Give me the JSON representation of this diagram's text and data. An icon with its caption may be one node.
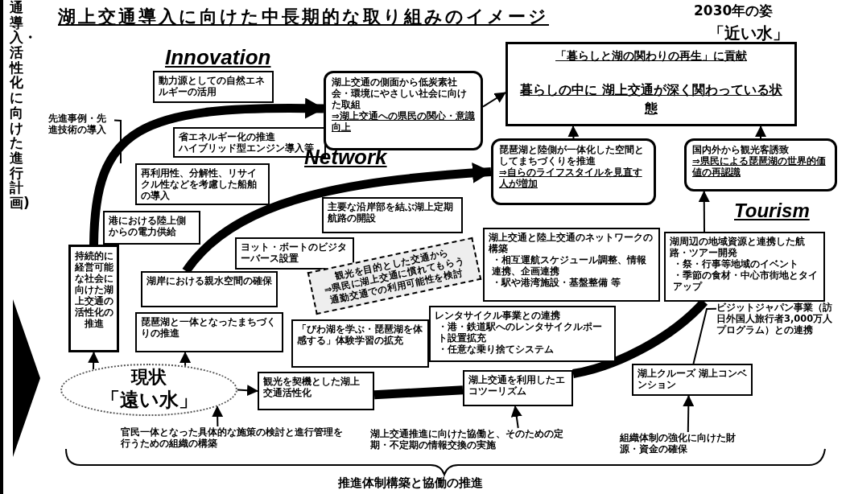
{
  "diagram": {
    "title": "湖上交通導入に向けた中長期的な取り組みのイメージ",
    "nodes": [
      {
        "text": [
          "先進事例・先進技術の導入"
        ]
      },
      {
        "text": [
          "動力源としての自然エネルギーの活用"
        ]
      },
      {
        "text": [
          "省エネルギー化の推進",
          "ハイブリッド型エンジン導入等"
        ]
      },
      {
        "text": [
          "再利用性、分解性、リサイクル性などを考慮した船舶の導入"
        ]
      },
      {
        "text": [
          "港における陸上側からの電力供給"
        ]
      },
      {
        "text": [
          "持続的に経営可能な社会に向けた湖上交通の活性化の推進"
        ]
      },
      {
        "text": [
          "ヨット・ボートのビジターバース設置"
        ]
      },
      {
        "text": [
          "湖岸における親水空間の確保"
        ]
      },
      {
        "text": [
          "琵琶湖と一体となったまちづくりの推進"
        ]
      },
      {
        "text": [
          "現状",
          "「遠い水」"
        ]
      },
      {
        "text": [
          "湖上交通の側面から低炭素社会・環境にやさしい社会に向けた取組",
          "⇒湖上交通への県民の関心・意識向上"
        ]
      },
      {
        "text": [
          "「暮らしと湖の関わりの再生」に貢献",
          "暮らしの中に 湖上交通が深く関わっている状態"
        ]
      },
      {
        "text": [
          "琵琶湖と陸側が一体化した空間としてまちづくりを推進",
          "⇒自らのライフスタイルを見直す人が増加"
        ]
      },
      {
        "text": [
          "国内外から観光客誘致",
          "⇒県民による琵琶湖の世界的価値の再認識"
        ]
      },
      {
        "text": [
          "主要な沿岸部を結ぶ湖上定期航路の開設"
        ]
      },
      {
        "text": [
          "観光を目的とした交通から",
          "⇒県民に湖上交通に慣れてもらう",
          "通勤交通での利用可能性を検討"
        ]
      },
      {
        "text": [
          "湖上交通と陸上交通のネットワークの構築",
          "・相互運航スケジュール調整、情報連携、企画連携",
          "・駅や港湾施設・基盤整備 等"
        ]
      },
      {
        "text": [
          "湖周辺の地域資源と連携した航路・ツアー開発",
          "・祭・行事等地域のイベント",
          "・季節の食材・中心市街地とタイアップ"
        ]
      },
      {
        "text": [
          "レンタサイクル事業との連携",
          "・港・鉄道駅へのレンタサイクルポート設置拡充",
          "・任意な乗り捨てシステム"
        ]
      },
      {
        "text": [
          "「びわ湖を学ぶ・琵琶湖を体感する」体験学習の拡充"
        ]
      },
      {
        "text": [
          "観光を契機とした湖上交通活性化"
        ]
      },
      {
        "text": [
          "湖上交通を利用したエコツーリズム"
        ]
      },
      {
        "text": [
          "湖上クルーズ 湖上コンベンション"
        ]
      },
      {
        "text": [
          "ビジットジャパン事業（訪日外国人旅行者3,000万人プログラム）との連携"
        ]
      },
      {
        "text": [
          "官民一体となった具体的な施策の検討と進行管理を行うための組織の構築"
        ]
      },
      {
        "text": [
          "湖上交通推進に向けた協働と、そのための定期・不定期の情報交換の実施"
        ]
      },
      {
        "text": [
          "組織体制の強化に向けた財源・資金の確保"
        ]
      }
    ],
    "edges": [
      {
        "from": 5,
        "to": 10,
        "arrow": "to",
        "style": "thick"
      },
      {
        "from": 7,
        "to": 12,
        "arrow": "to",
        "style": "thick"
      },
      {
        "from": 20,
        "to": 21,
        "arrow": "none",
        "style": "thick"
      },
      {
        "from": 21,
        "to": 17,
        "arrow": "none",
        "style": "thick"
      },
      {
        "from": 17,
        "to": 13,
        "arrow": "to"
      },
      {
        "from": 9,
        "to": 5,
        "arrow": "to"
      },
      {
        "from": 9,
        "to": 8,
        "arrow": "to"
      },
      {
        "from": 9,
        "to": 20,
        "arrow": "to"
      },
      {
        "from": 10,
        "to": 11,
        "arrow": "to"
      },
      {
        "from": 12,
        "to": 11,
        "arrow": "to"
      },
      {
        "from": 13,
        "to": 11,
        "arrow": "to"
      },
      {
        "from": 24,
        "to": 9,
        "arrow": "to"
      },
      {
        "from": 25,
        "to": 21,
        "arrow": "to"
      },
      {
        "from": 26,
        "to": 22,
        "arrow": "to"
      },
      {
        "from": 23,
        "to": 22,
        "arrow": "none"
      },
      {
        "from": 0,
        "to": null,
        "arrow": "none"
      }
    ],
    "labels": [
      "通導入・活性化に向けた進行計画)",
      "2030年の姿",
      "「近い水」",
      "Innovation",
      "Network",
      "Tourism",
      "推進体制構築と協働の推進"
    ]
  }
}
